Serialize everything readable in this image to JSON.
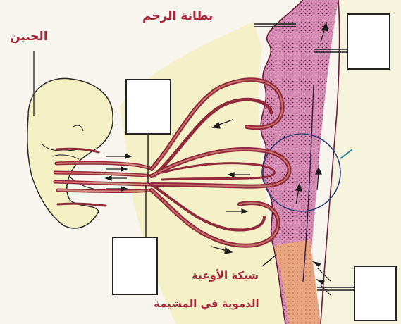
{
  "labels": {
    "fetus": "الجنين",
    "uterine_lining": "بطانة الرحم",
    "network_line1": "شبكة الأوعية",
    "network_line2": "الدموية في المشيمة"
  },
  "answer_boxes": [
    {
      "label": ""
    },
    {
      "label": ""
    },
    {
      "label": ""
    },
    {
      "label": ""
    }
  ],
  "colors": {
    "fetus_fill": "#f3f0c4",
    "uterus_pink": "#d58fb4",
    "vessel": "#8e2a39",
    "vessel_light": "#d48a7a",
    "label_red": "#a8263a",
    "orange_wall": "#e7a57f"
  }
}
